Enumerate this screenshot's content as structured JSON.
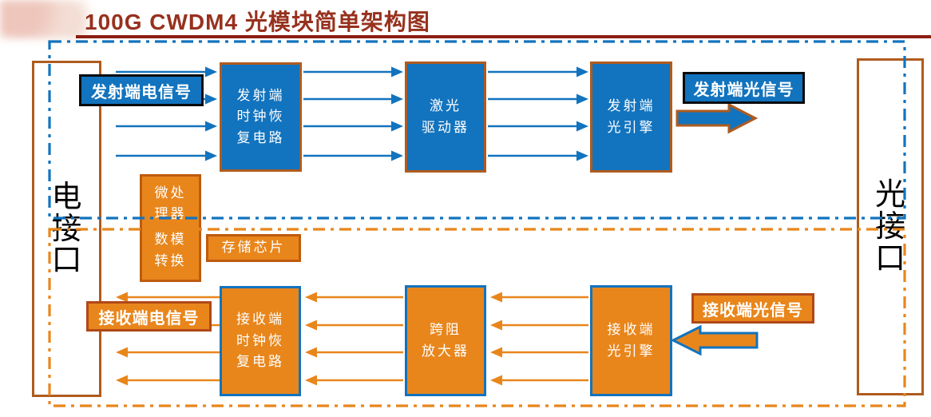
{
  "title": "100G CWDM4 光模块简单架构图",
  "interfaces": {
    "electrical": {
      "label": "电接口",
      "chars": [
        "电",
        "接",
        "口"
      ]
    },
    "optical": {
      "label": "光接口",
      "chars": [
        "光",
        "接",
        "口"
      ]
    }
  },
  "signal_labels": {
    "tx_electrical": "发射端电信号",
    "tx_optical": "发射端光信号",
    "rx_electrical": "接收端电信号",
    "rx_optical": "接收端光信号"
  },
  "blocks": {
    "tx_cdr": {
      "label": "发射端时钟恢复电路",
      "lines": [
        "发射端",
        "时钟恢",
        "复电路"
      ]
    },
    "laser_driver": {
      "label": "激光驱动器",
      "lines": [
        "激光",
        "驱动器"
      ]
    },
    "tx_optical_engine": {
      "label": "发射端光引擎",
      "lines": [
        "发射端",
        "光引擎"
      ]
    },
    "mcu": {
      "label": "微处理器",
      "lines": [
        "微处",
        "理器"
      ]
    },
    "dac": {
      "label": "数模转换",
      "lines": [
        "数模",
        "转换"
      ]
    },
    "memory": {
      "label": "存储芯片",
      "lines": [
        "存储芯片"
      ]
    },
    "rx_cdr": {
      "label": "接收端时钟恢复电路",
      "lines": [
        "接收端",
        "时钟恢",
        "复电路"
      ]
    },
    "tia": {
      "label": "跨阻放大器",
      "lines": [
        "跨阻",
        "放大器"
      ]
    },
    "rx_optical_engine": {
      "label": "接收端光引擎",
      "lines": [
        "接收端",
        "光引擎"
      ]
    }
  },
  "colors": {
    "title_text": "#97311E",
    "title_rule": "#8B1D12",
    "blue_fill": "#1273BE",
    "orange_fill": "#E8861C",
    "brown_border": "#AF5B1E",
    "dark_orange_border": "#BE5B10",
    "rx_label_border": "#B04818",
    "black_border": "#0B0B0B"
  }
}
